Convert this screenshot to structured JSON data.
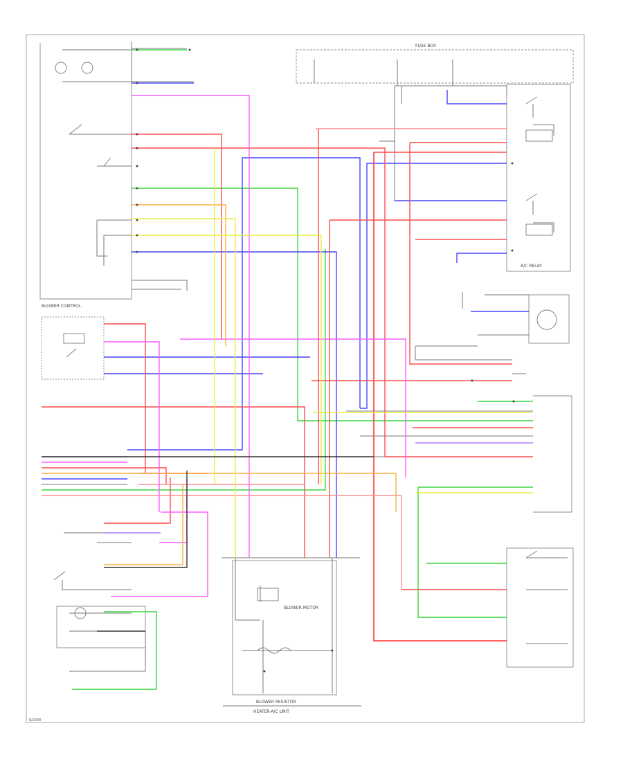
{
  "colors": {
    "red": "#ff4b4b",
    "pink": "#ff8f8f",
    "blue": "#4747ff",
    "green": "#3cd63c",
    "yellow": "#ecec44",
    "magenta": "#ff5cff",
    "orange": "#ffae42",
    "violet": "#b07cff",
    "gray": "#666666",
    "frame": "#999999"
  },
  "labels": {
    "component_ac_relay": "A/C RELAY",
    "component_blower_control": "BLOWER CONTROL",
    "component_blower_motor": "BLOWER MOTOR",
    "component_blower_resistor": "BLOWER RESISTOR",
    "component_heater_ac_unit": "HEATER-A/C UNIT",
    "component_fuse_box": "FUSE BOX",
    "footer_ref": "8/2000"
  }
}
